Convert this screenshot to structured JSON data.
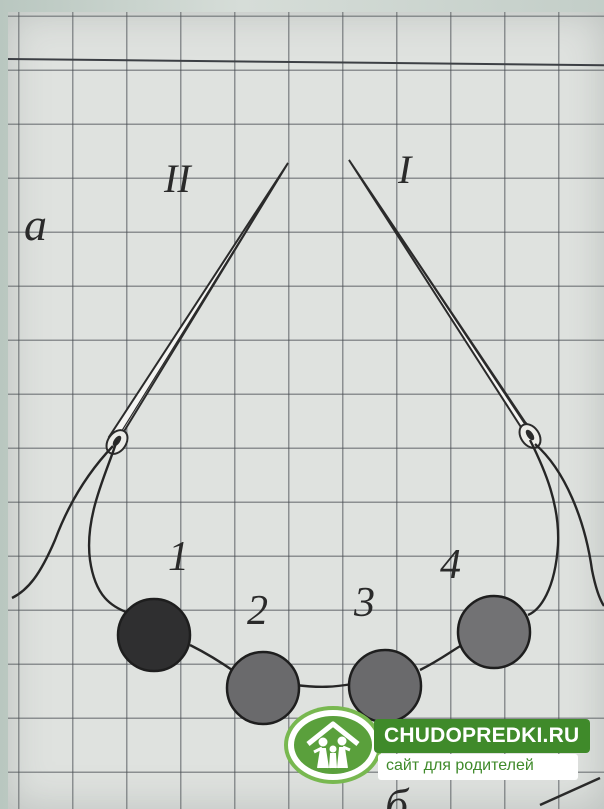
{
  "diagram": {
    "panel_label": "а",
    "needles": [
      {
        "id": "II",
        "label": "II"
      },
      {
        "id": "I",
        "label": "I"
      }
    ],
    "beads": [
      {
        "number": "1",
        "color": "#2f2f30"
      },
      {
        "number": "2",
        "color": "#6a6a6c"
      },
      {
        "number": "3",
        "color": "#6a6a6c"
      },
      {
        "number": "4",
        "color": "#727274"
      }
    ],
    "partial_bottom_label": "б"
  },
  "watermark": {
    "site": "CHUDOPREDKI.RU",
    "tagline": "сайт для родителей",
    "brand_color": "#3f8a2a"
  }
}
